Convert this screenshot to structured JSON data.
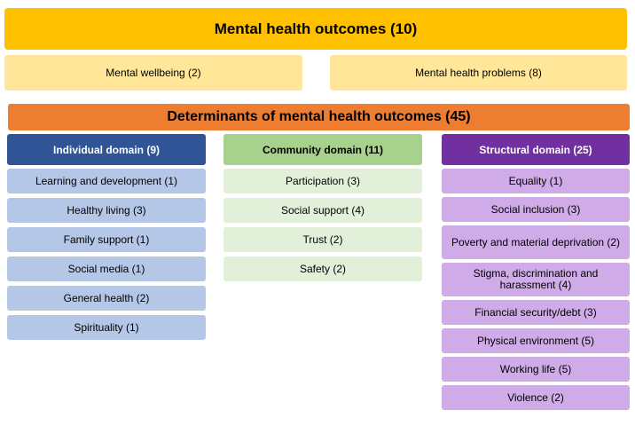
{
  "outcomes": {
    "title": "Mental health outcomes (10)",
    "wellbeing": "Mental wellbeing (2)",
    "problems": "Mental health problems (8)"
  },
  "determinants": {
    "title": "Determinants of mental health outcomes (45)"
  },
  "individual": {
    "title": "Individual domain (9)",
    "items": [
      "Learning and development (1)",
      "Healthy living (3)",
      "Family support (1)",
      "Social media (1)",
      "General health (2)",
      "Spirituality (1)"
    ]
  },
  "community": {
    "title": "Community domain (11)",
    "items": [
      "Participation (3)",
      "Social support (4)",
      "Trust (2)",
      "Safety (2)"
    ]
  },
  "structural": {
    "title": "Structural domain (25)",
    "items": [
      "Equality (1)",
      "Social inclusion (3)",
      "Poverty and material deprivation (2)",
      "Stigma, discrimination and harassment (4)",
      "Financial security/debt (3)",
      "Physical environment (5)",
      "Working life (5)",
      "Violence (2)"
    ]
  },
  "colors": {
    "outcomes_header": "#ffc000",
    "outcomes_sub": "#ffe699",
    "determinants_header": "#ed7d31",
    "individual_header": "#2f5597",
    "individual_item": "#b4c7e7",
    "community_header": "#a9d18e",
    "community_item": "#e2f0d9",
    "structural_header": "#7030a0",
    "structural_item": "#cfabe8"
  }
}
